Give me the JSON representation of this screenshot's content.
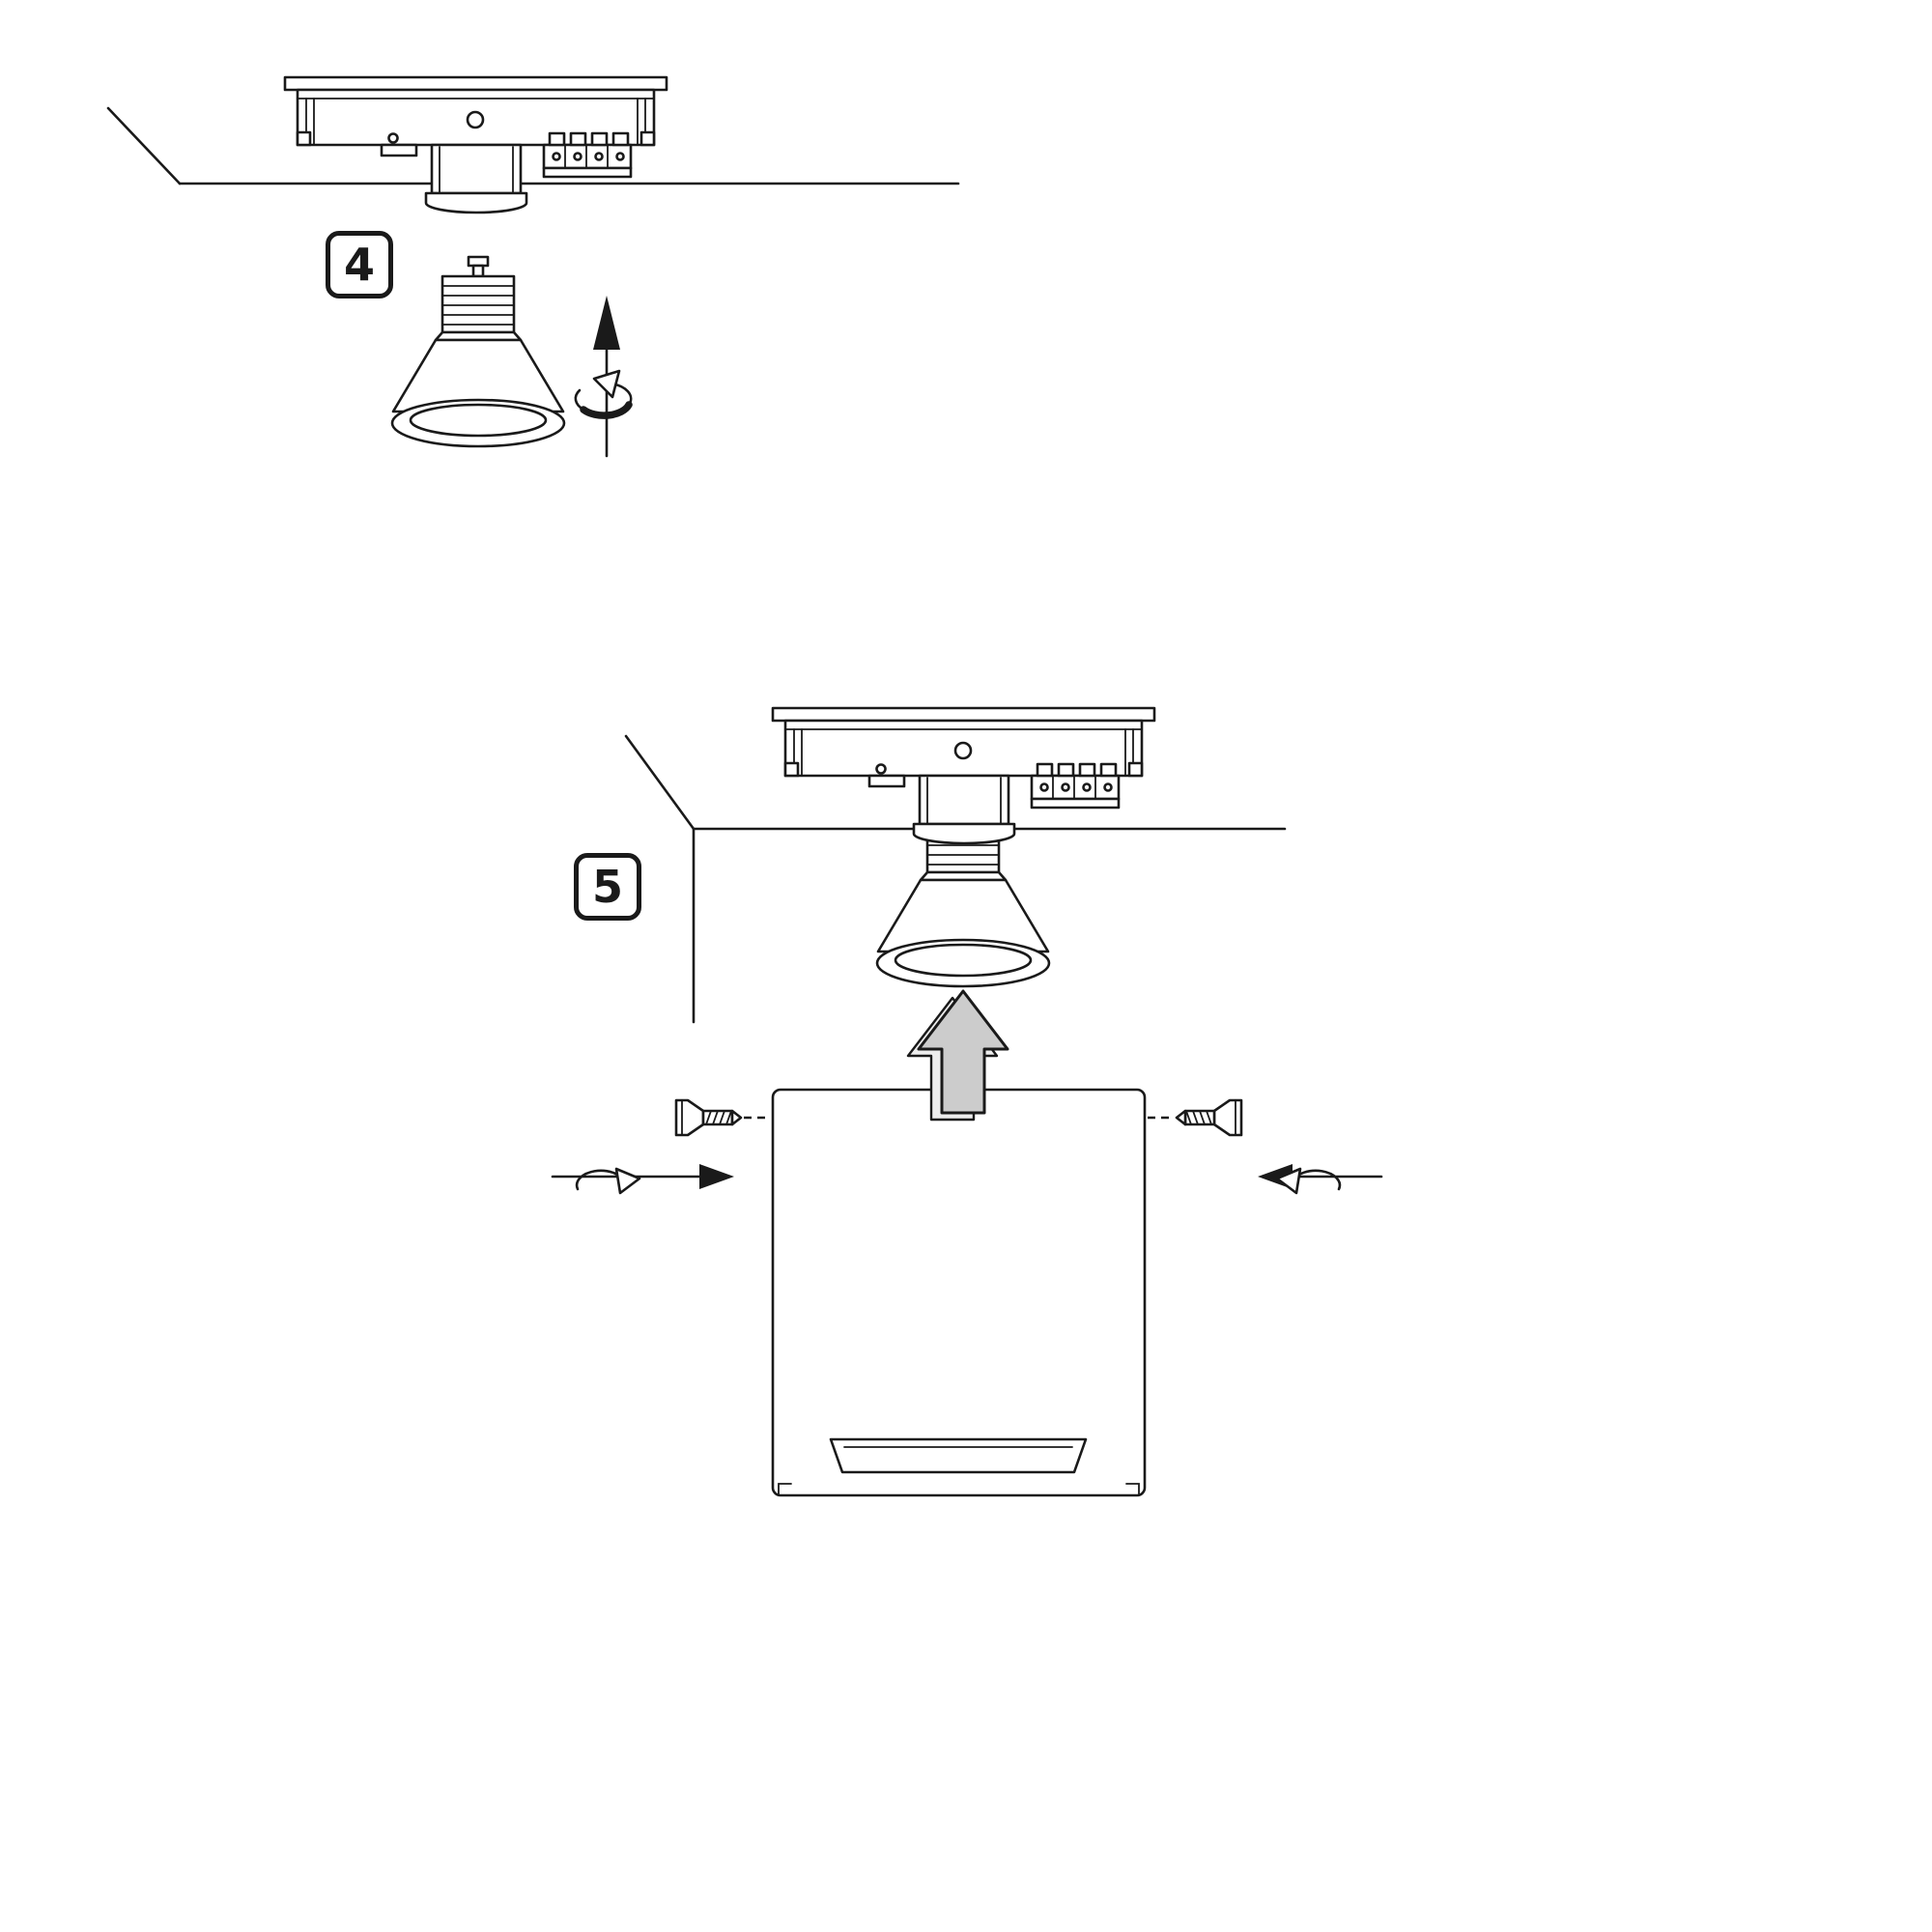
{
  "diagram": {
    "type": "assembly-instruction-sheet",
    "background_color": "#ffffff",
    "line_color": "#1a1a1a",
    "push_arrow_fill": "#cccccc",
    "steps": [
      {
        "number": "4",
        "illustration": "insert-gu10-bulb-and-twist"
      },
      {
        "number": "5",
        "illustration": "push-shade-onto-fixture-and-tighten-side-screws"
      }
    ]
  }
}
